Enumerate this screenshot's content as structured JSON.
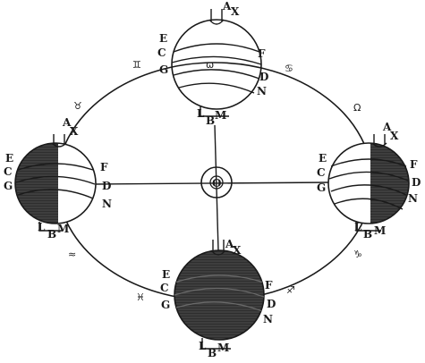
{
  "figure": {
    "center_label": "O",
    "globes": [
      {
        "id": "top",
        "labels": {
          "A": "A",
          "X": "X",
          "E": "E",
          "C": "C",
          "G": "G",
          "F": "F",
          "D": "D",
          "N": "N",
          "L": "L",
          "B": "B",
          "M": "M"
        },
        "inner_symbol": "ω",
        "shading": "none"
      },
      {
        "id": "left",
        "labels": {
          "A": "A",
          "X": "X",
          "E": "E",
          "C": "C",
          "G": "G",
          "F": "F",
          "D": "D",
          "N": "N",
          "L": "L",
          "B": "B",
          "M": "M"
        },
        "inner_symbol": "",
        "shading": "left-half"
      },
      {
        "id": "right",
        "labels": {
          "A": "A",
          "X": "X",
          "E": "E",
          "C": "C",
          "G": "G",
          "F": "F",
          "D": "D",
          "N": "N",
          "L": "L",
          "B": "B",
          "M": "M"
        },
        "inner_symbol": "",
        "shading": "right-half"
      },
      {
        "id": "bottom",
        "labels": {
          "A": "A",
          "X": "X",
          "E": "E",
          "C": "C",
          "G": "G",
          "F": "F",
          "D": "D",
          "N": "N",
          "L": "L",
          "B": "B",
          "M": "M"
        },
        "inner_symbol": "",
        "shading": "full"
      }
    ],
    "orbit_symbols": {
      "top_left": "♊",
      "upper_left": "♉",
      "top_right": "♋",
      "upper_right": "Ω",
      "lower_left": "≈",
      "bottom_left": "♓",
      "bottom_right": "♐",
      "lower_right": "♑"
    }
  }
}
